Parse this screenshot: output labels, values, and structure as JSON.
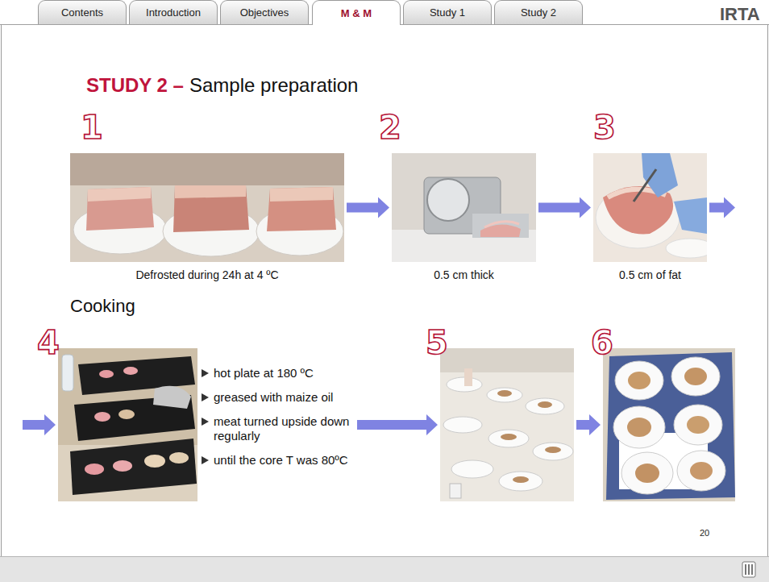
{
  "diagram": {
    "title": "STUDY 2 –",
    "nodes": [
      {
        "text": [
          "Contents"
        ]
      },
      {
        "text": [
          "Introduction"
        ]
      },
      {
        "text": [
          "Objectives"
        ]
      },
      {
        "text": [
          "M & M"
        ]
      },
      {
        "text": [
          "Study 1"
        ]
      },
      {
        "text": [
          "Study 2"
        ]
      },
      {
        "text": [
          "1",
          "Defrosted during 24h at 4 ºC"
        ]
      },
      {
        "text": [
          "2",
          "0.5 cm thick"
        ]
      },
      {
        "text": [
          "3",
          "0.5 cm of fat"
        ]
      },
      {
        "text": [
          "4",
          "hot plate at 180 ºC",
          "greased with maize oil",
          "meat turned upside down regularly",
          "until the core T was 80ºC"
        ]
      },
      {
        "text": [
          "5"
        ]
      },
      {
        "text": [
          "6"
        ]
      }
    ],
    "edges": [
      {
        "from": 6,
        "to": 7,
        "arrow": "to"
      },
      {
        "from": 7,
        "to": 8,
        "arrow": "to"
      },
      {
        "from": 8,
        "to": 9,
        "arrow": "to"
      },
      {
        "from": 9,
        "to": 10,
        "arrow": "to"
      },
      {
        "from": 10,
        "to": 11,
        "arrow": "to"
      }
    ],
    "labels": [
      "IRTA",
      "Sample preparation",
      "Cooking",
      "20"
    ]
  }
}
